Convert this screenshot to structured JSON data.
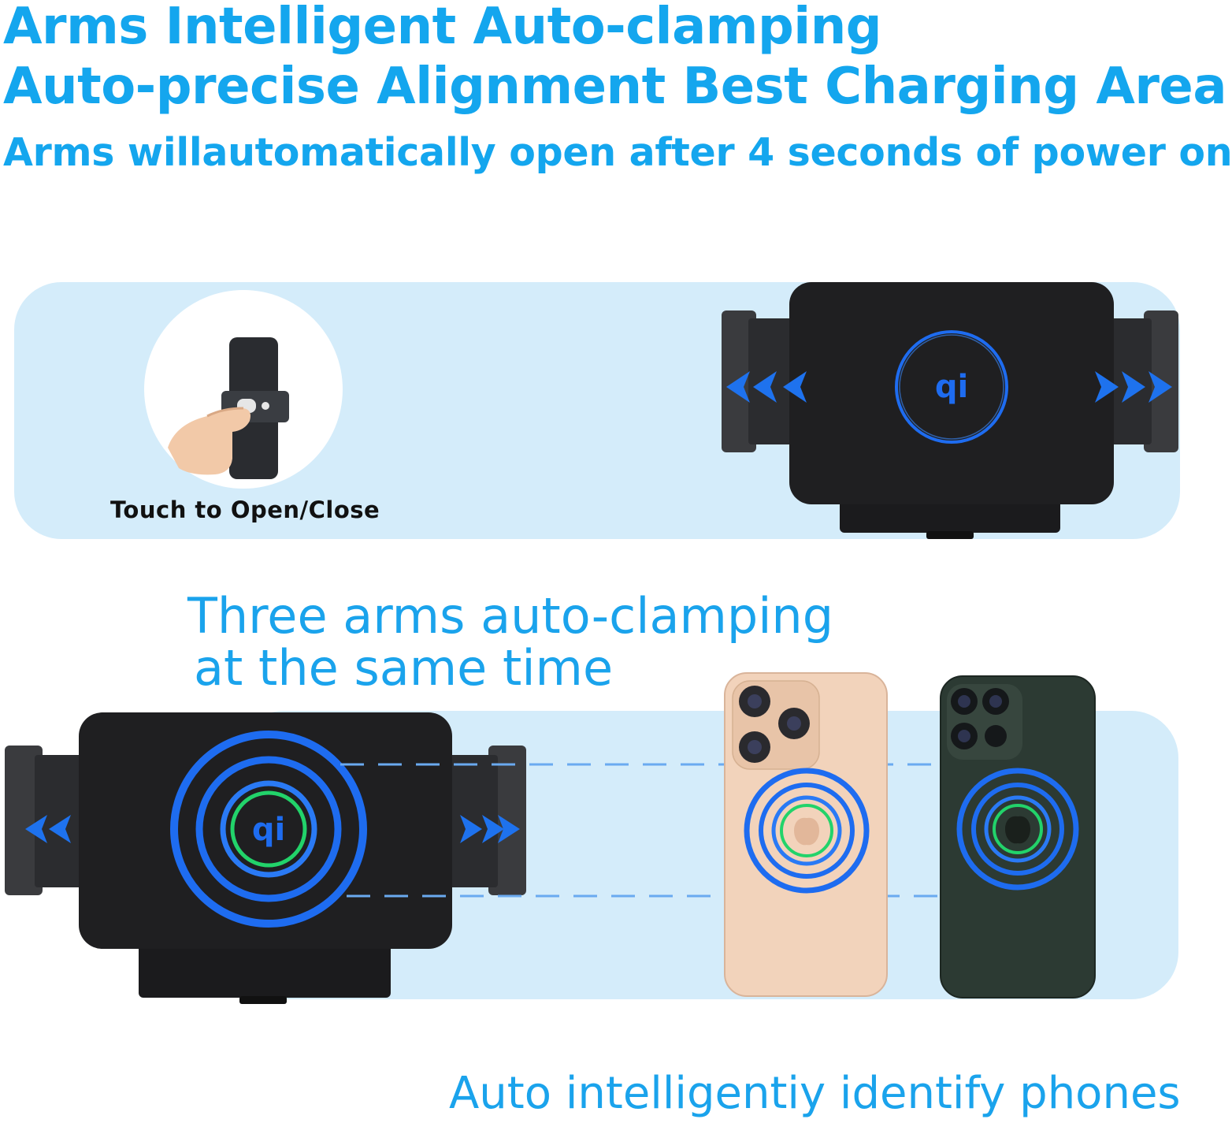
{
  "header": {
    "line1": "Arms  Intelligent Auto-clamping",
    "line2": "Auto-precise Alignment Best Charging Area",
    "line3": "Arms willautomatically open after 4 seconds of power on"
  },
  "touch_caption": "Touch to Open/Close",
  "middle_text": {
    "line1": "Three arms auto-clamping",
    "line2": "at the same time"
  },
  "bottom_text": "Auto intelligentiy identify phones",
  "colors": {
    "heading_blue": "#14a6ee",
    "band": "#d4ecfa",
    "charge_ring": "#1e6cf0",
    "align_ring": "#22d36a",
    "arrow": "#1e72ee",
    "device_body": "#1f1f21",
    "phone_gold": "#f2d3bb",
    "phone_green": "#2c3a33"
  },
  "icons": {
    "qi": "qi-logo-icon",
    "apple": "apple-logo-icon"
  }
}
